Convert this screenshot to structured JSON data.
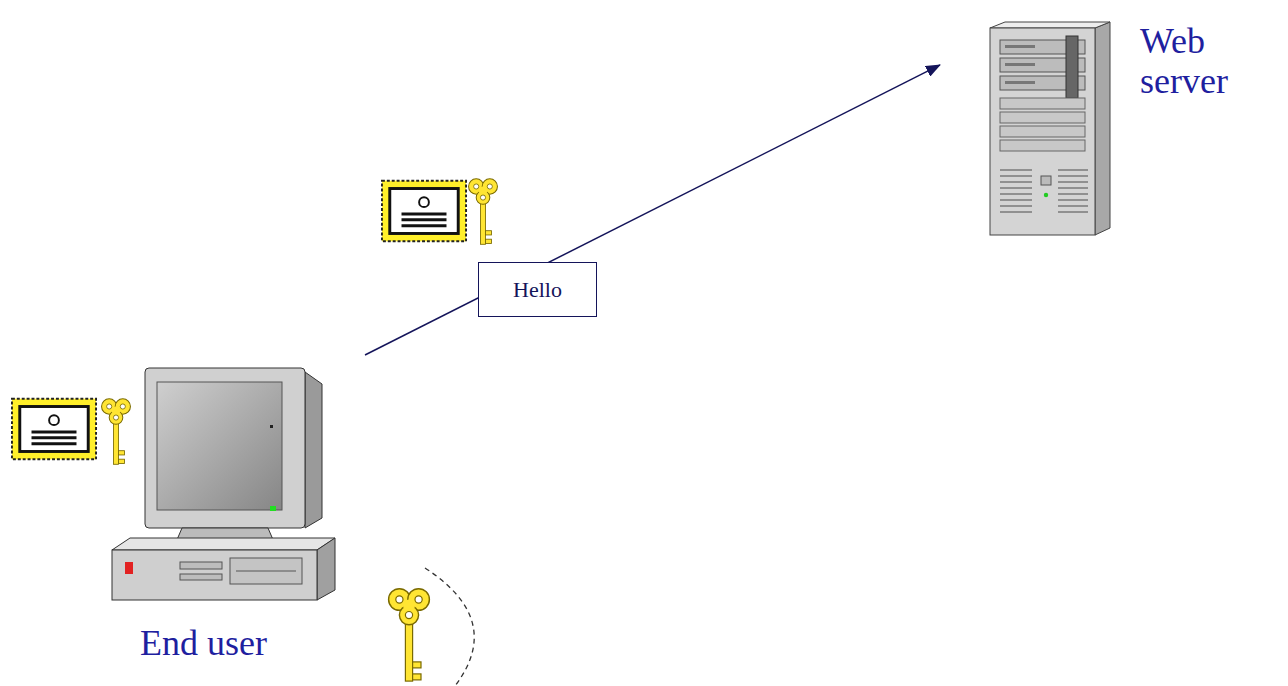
{
  "diagram": {
    "nodes": [
      {
        "text": [
          "Web server"
        ]
      },
      {
        "text": [
          "End user"
        ]
      }
    ],
    "edges": [
      {
        "from": 1,
        "to": 0,
        "arrow": "to",
        "label": "Hello"
      }
    ]
  }
}
